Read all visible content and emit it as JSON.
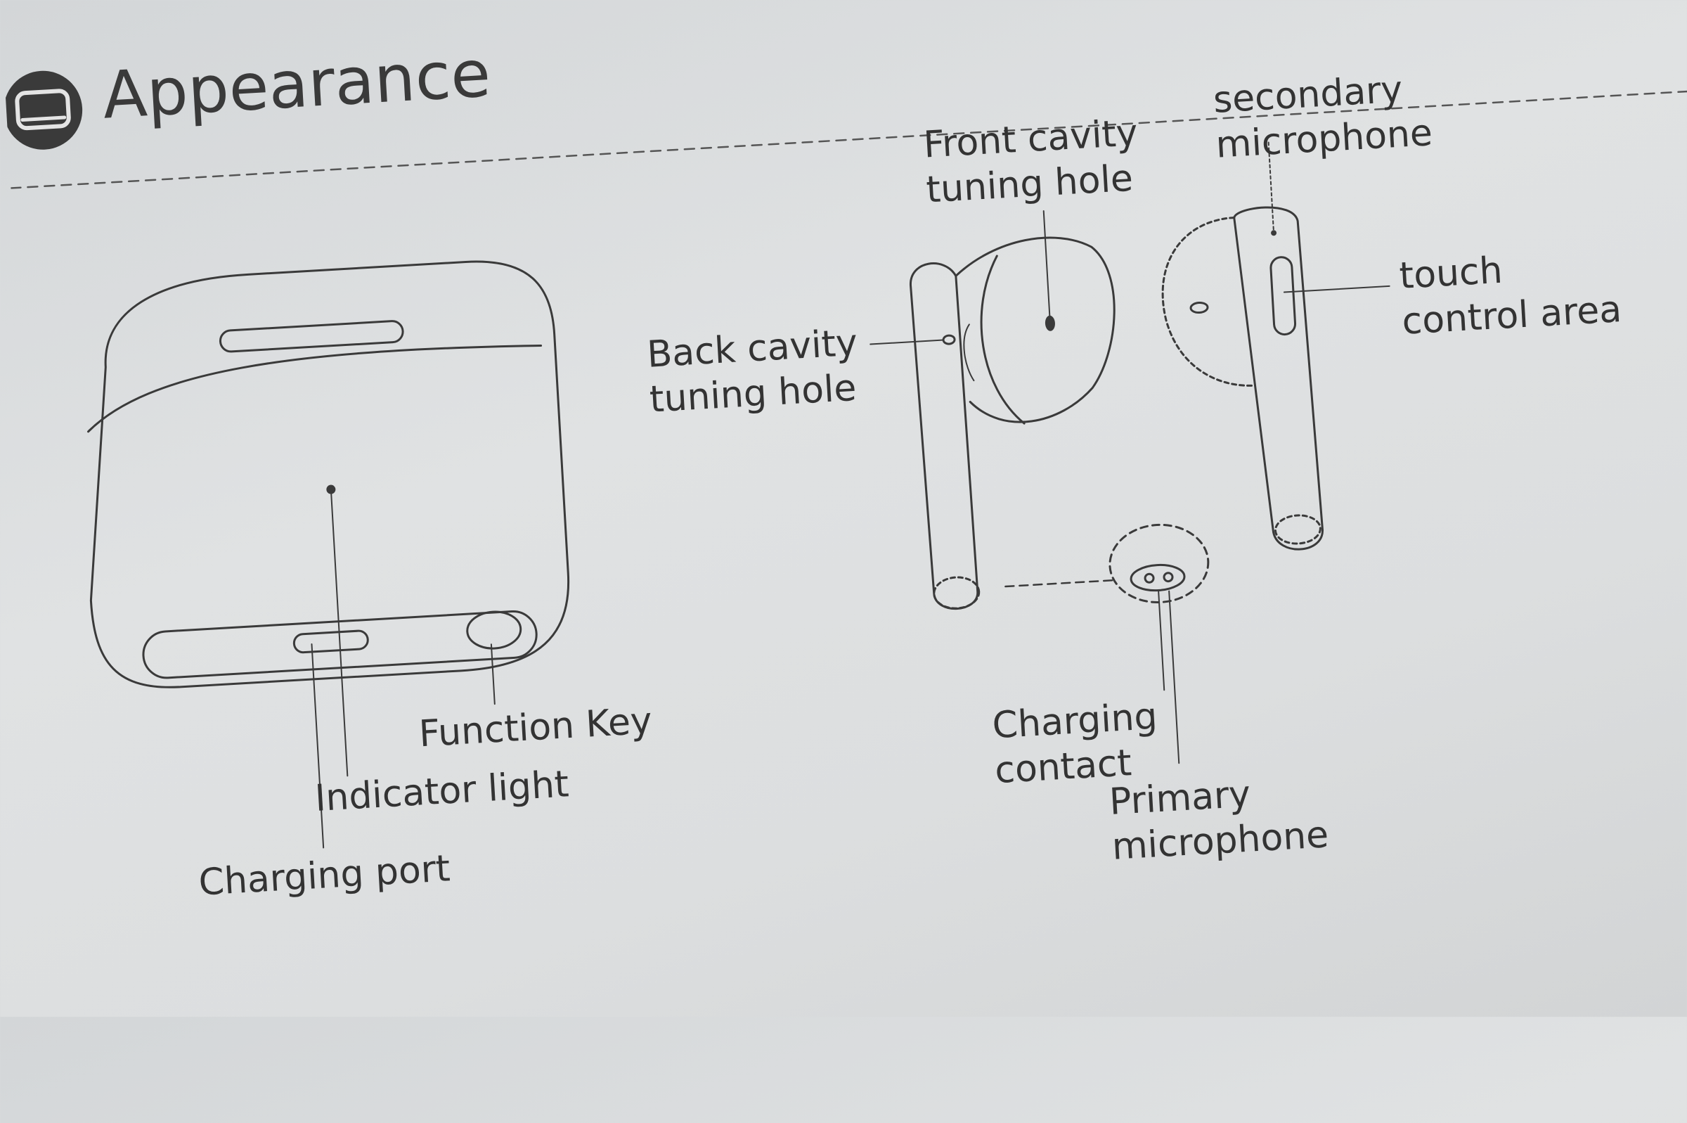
{
  "section": {
    "title": "Appearance",
    "icon": "case-icon"
  },
  "labels": {
    "function_key": "Function Key",
    "indicator_light": "Indicator light",
    "charging_port": "Charging port",
    "back_cavity_1": "Back cavity",
    "back_cavity_2": "tuning hole",
    "front_cavity_1": "Front cavity",
    "front_cavity_2": "tuning hole",
    "secondary_mic_1": "secondary",
    "secondary_mic_2": "microphone",
    "touch_1": "touch",
    "touch_2": "control area",
    "charging_contact_1": "Charging",
    "charging_contact_2": "contact",
    "primary_mic_1": "Primary",
    "primary_mic_2": "microphone"
  },
  "colors": {
    "ink": "#333333",
    "paper": "#dcdedf"
  }
}
